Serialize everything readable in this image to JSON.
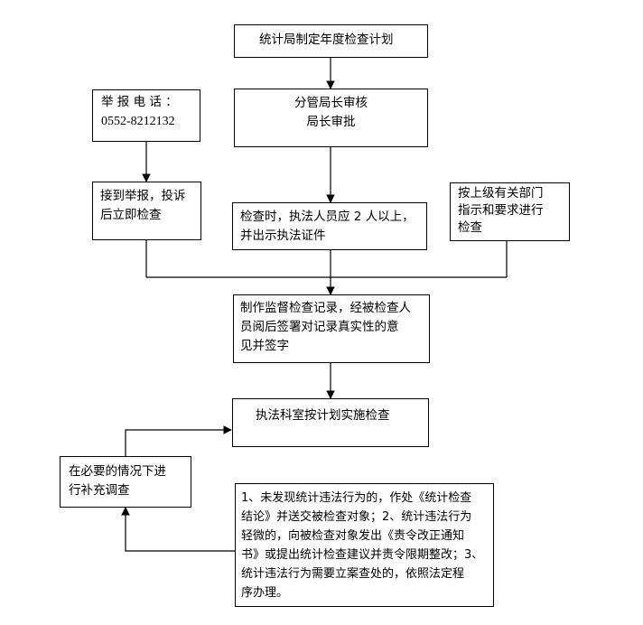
{
  "diagram": {
    "nodes": {
      "plan": {
        "lines": [
          "统计局制定年度检查计划"
        ]
      },
      "approval": {
        "lines": [
          "分管局长审核",
          "局长审批"
        ]
      },
      "report_phone": {
        "lines": [
          "举 报 电 话 ：",
          "0552-8212132"
        ]
      },
      "on_report": {
        "lines": [
          "接到举报，投诉",
          "后立即检查"
        ]
      },
      "inspection": {
        "lines": [
          "检查时，执法人员应 2 人以上，",
          "并出示执法证件"
        ]
      },
      "superior": {
        "lines": [
          "按上级有关部门",
          "指示和要求进行",
          "检查"
        ]
      },
      "record": {
        "lines": [
          "制作监督检查记录，经被检查人",
          "员阅后签署对记录真实性的意",
          "见并签字"
        ]
      },
      "implement": {
        "lines": [
          "执法科室按计划实施检查"
        ]
      },
      "supplementary": {
        "lines": [
          "在必要的情况下进",
          "行补充调查"
        ]
      },
      "outcomes": {
        "lines": [
          "1、未发现统计违法行为的，作处《统计检查",
          "结论》并送交被检查对象；2、统计违法行为",
          "轻微的，向被检查对象发出《责令改正通知",
          "书》或提出统计检查建议并责令限期整改；3、",
          "统计违法行为需要立案查处的，依照法定程",
          "序办理。"
        ]
      }
    },
    "edges": [
      {
        "from": "plan",
        "to": "approval"
      },
      {
        "from": "report_phone",
        "to": "on_report"
      },
      {
        "from": "approval",
        "to": "inspection"
      },
      {
        "from": "on_report",
        "to": "record"
      },
      {
        "from": "inspection",
        "to": "record"
      },
      {
        "from": "superior",
        "to": "record"
      },
      {
        "from": "record",
        "to": "implement"
      },
      {
        "from": "supplementary",
        "to": "implement"
      },
      {
        "from": "outcomes",
        "to": "supplementary"
      }
    ]
  }
}
